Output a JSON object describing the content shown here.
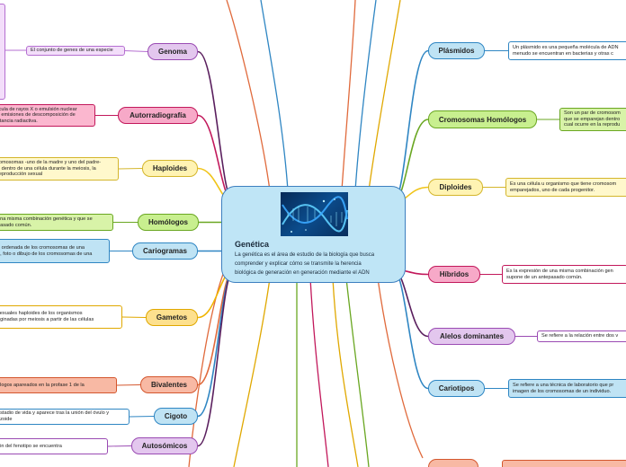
{
  "map": {
    "center": {
      "title": "Genética",
      "description": [
        "La genética  es el área de estudio de la biología que busca",
        "comprender y explicar cómo se transmite la herencia",
        "biológica de generación en generación mediante el ADN"
      ],
      "image": "dna-helix-image"
    },
    "left_branches": [
      {
        "label": "Genoma",
        "color": "#e3c7ee",
        "border": "#9a4bb3",
        "line": "#5a1f5e",
        "note": [
          "El conjunto de genes de una especie"
        ],
        "note_bg": "#f3defa",
        "note_border": "#b56fd1"
      },
      {
        "label": "Autorradiografía",
        "color": "#f7a9c8",
        "border": "#c2185b",
        "line": "#c2185b",
        "note": [
          "ícula de rayos X o emulsión nuclear",
          "s emisiones de descomposición de",
          "stancia radiactiva."
        ],
        "note_bg": "#fbb7cf",
        "note_border": "#c2185b"
      },
      {
        "label": "Haploides",
        "color": "#fff3b3",
        "border": "#d4b62c",
        "line": "#f0c419",
        "note": [
          "romosomas -uno de la madre y uno del padre-",
          "n dentro de una célula durante la meiosis, la",
          "reproducción sexual"
        ],
        "note_bg": "#fff8cc",
        "note_border": "#d4b62c"
      },
      {
        "label": "Homólogos",
        "color": "#c8ef8f",
        "border": "#6aa722",
        "line": "#6aa722",
        "note": [
          "una misma combinación genética y que se",
          "pasado común."
        ],
        "note_bg": "#d8f3a8",
        "note_border": "#6aa722"
      },
      {
        "label": "Cariogramas",
        "color": "#bfe3f4",
        "border": "#2f86c3",
        "line": "#2f86c3",
        "note": [
          "n ordenada de los cromosomas de una",
          "a, foto o dibujo de los cromosomas de una"
        ],
        "note_bg": "#bfe3f4",
        "note_border": "#2f86c3"
      },
      {
        "label": "Gametos",
        "color": "#fde08e",
        "border": "#e0a800",
        "line": "#f0b400",
        "note": [
          "sexuales haploides de los organismos",
          "riginadas por meiosis a partir de las células"
        ],
        "note_bg": "#ffffff",
        "note_border": "#e0a800"
      },
      {
        "label": "Bivalentes",
        "color": "#f8b9a4",
        "border": "#d4572e",
        "line": "#e06a3c",
        "note": [
          "ólogos apareados en la profase 1 de la"
        ],
        "note_bg": "#f8b9a4",
        "note_border": "#d4572e"
      },
      {
        "label": "Cigoto",
        "color": "#bfe3f4",
        "border": "#2f86c3",
        "line": "#2f86c3",
        "note": [
          "estadio de vida y aparece tras la unión del óvulo y",
          "ozoide"
        ],
        "note_bg": "#ffffff",
        "note_border": "#2f86c3"
      },
      {
        "label": "Autosómicos",
        "color": "#e3c7ee",
        "border": "#9a4bb3",
        "line": "#5a1f5e",
        "note": [
          "ión del fenotipo se encuentra"
        ],
        "note_bg": "#ffffff",
        "note_border": "#9a4bb3"
      }
    ],
    "right_branches": [
      {
        "label": "Plásmidos",
        "color": "#bfe3f4",
        "border": "#2f86c3",
        "line": "#2f86c3",
        "note": [
          "Un plásmido es una pequeña molécula de ADN",
          "menudo se encuentran en bacterias y otras c"
        ],
        "note_bg": "#ffffff",
        "note_border": "#2f86c3"
      },
      {
        "label": "Cromosomas Homólogos",
        "color": "#c8ef8f",
        "border": "#6aa722",
        "line": "#6aa722",
        "note": [
          "Son un par de cromosom",
          "que se emparejan dentro",
          "cual ocurre en la reprodu"
        ],
        "note_bg": "#d8f3a8",
        "note_border": "#6aa722"
      },
      {
        "label": "Diploides",
        "color": "#fff3b3",
        "border": "#d4b62c",
        "line": "#f0c419",
        "note": [
          "Es una célula u organismo que tiene cromosom",
          "emparejados, uno de cada progenitor."
        ],
        "note_bg": "#fff8cc",
        "note_border": "#d4b62c"
      },
      {
        "label": "Híbridos",
        "color": "#f7a9c8",
        "border": "#c2185b",
        "line": "#c2185b",
        "note": [
          "Es la expresión de una misma combinación gen",
          "supone de un antepasado común."
        ],
        "note_bg": "#ffffff",
        "note_border": "#c2185b"
      },
      {
        "label": "Alelos dominantes",
        "color": "#e3c7ee",
        "border": "#9a4bb3",
        "line": "#5a1f5e",
        "note": [
          "Se refiere a la relación entre dos v"
        ],
        "note_bg": "#ffffff",
        "note_border": "#9a4bb3"
      },
      {
        "label": "Cariotipos",
        "color": "#bfe3f4",
        "border": "#2f86c3",
        "line": "#2f86c3",
        "note": [
          "Se refiere a una técnica de laboratorio que pr",
          "imagen de los cromosomas de un individuo."
        ],
        "note_bg": "#bfe3f4",
        "note_border": "#2f86c3"
      }
    ]
  }
}
